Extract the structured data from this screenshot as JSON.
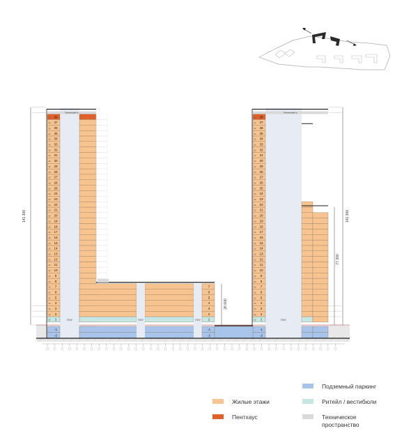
{
  "colors": {
    "residential": "#f7c48f",
    "penthouse": "#e0602a",
    "parking": "#a9c4ea",
    "retail": "#c5e6e2",
    "technical": "#d9d9d9",
    "core": "#e6ebf4",
    "outline": "#1a1a1a",
    "line": "#8a7a66",
    "ground": "#e8e8e8"
  },
  "buildings": {
    "left_tower_floors": [
      "38",
      "37",
      "36",
      "35",
      "34",
      "33",
      "32",
      "31",
      "30",
      "29",
      "28",
      "27",
      "26",
      "25",
      "24",
      "23",
      "22",
      "21",
      "20",
      "19",
      "18",
      "17",
      "16",
      "15",
      "14",
      "13",
      "12",
      "11",
      "10",
      "9",
      "8",
      "7",
      "6",
      "5",
      "4",
      "3",
      "2",
      "1",
      "-1",
      "-2"
    ],
    "right_tower_floors": [
      "38",
      "37",
      "36",
      "35",
      "34",
      "33",
      "32",
      "31",
      "30",
      "29",
      "28",
      "27",
      "26",
      "25",
      "24",
      "23",
      "22",
      "21",
      "20",
      "19",
      "18",
      "17",
      "16",
      "15",
      "14",
      "13",
      "12",
      "11",
      "10",
      "9",
      "8",
      "7",
      "6",
      "5",
      "4",
      "3",
      "2",
      "1",
      "-1",
      "-2"
    ],
    "low_block_floors": [
      "7",
      "6",
      "5",
      "4",
      "3",
      "2",
      "1",
      "-1",
      "-2"
    ]
  },
  "core_label": "ПЛУ",
  "tech_floor_label": "Технический эт.",
  "dimensions": {
    "tower_height_left": "141 300",
    "tower_height_right": "141 300",
    "mid_height": "77 300",
    "low_height": "26 600"
  },
  "legend": {
    "items": [
      {
        "key": "parking",
        "label": "Подземный паркинг"
      },
      {
        "key": "residential",
        "label": "Жилые этажи"
      },
      {
        "key": "retail",
        "label": "Ритейл / вестибюли"
      },
      {
        "key": "penthouse",
        "label": "Пентхаус"
      },
      {
        "key": "technical",
        "label": "Техническое пространство"
      }
    ]
  }
}
